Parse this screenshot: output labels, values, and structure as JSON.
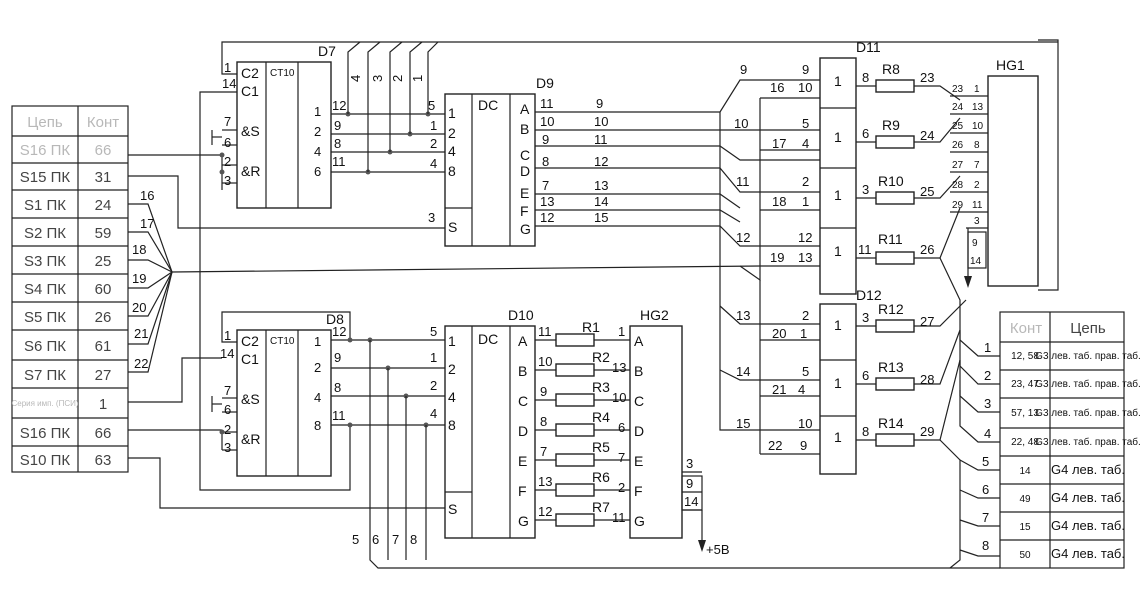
{
  "left_table": {
    "header": [
      "Цепь",
      "Конт"
    ],
    "rows": [
      {
        "chain": "S16 ПК",
        "cont": "66",
        "faded": true
      },
      {
        "chain": "S15 ПК",
        "cont": "31"
      },
      {
        "chain": "S1 ПК",
        "cont": "24"
      },
      {
        "chain": "S2 ПК",
        "cont": "59"
      },
      {
        "chain": "S3 ПК",
        "cont": "25"
      },
      {
        "chain": "S4 ПК",
        "cont": "60"
      },
      {
        "chain": "S5 ПК",
        "cont": "26"
      },
      {
        "chain": "S6 ПК",
        "cont": "61"
      },
      {
        "chain": "S7 ПК",
        "cont": "27"
      },
      {
        "chain": "Серия имп. (ПСИ)",
        "cont": "1",
        "faded": true
      },
      {
        "chain": "S16 ПК",
        "cont": "66"
      },
      {
        "chain": "S10 ПК",
        "cont": "63"
      }
    ]
  },
  "right_table": {
    "header": [
      "Конт",
      "Цепь"
    ],
    "rows": [
      {
        "pin": "1",
        "cont": "12, 58",
        "chain": "G3 лев. таб. прав. таб."
      },
      {
        "pin": "2",
        "cont": "23, 47",
        "chain": "G3 лев. таб. прав. таб."
      },
      {
        "pin": "3",
        "cont": "57, 13",
        "chain": "G3 лев. таб. прав. таб."
      },
      {
        "pin": "4",
        "cont": "22, 48",
        "chain": "G3 лев. таб. прав. таб."
      },
      {
        "pin": "5",
        "cont": "14",
        "chain": "G4 лев. таб."
      },
      {
        "pin": "6",
        "cont": "49",
        "chain": "G4 лев. таб."
      },
      {
        "pin": "7",
        "cont": "15",
        "chain": "G4 лев. таб."
      },
      {
        "pin": "8",
        "cont": "50",
        "chain": "G4 лев. таб."
      }
    ]
  },
  "components": {
    "D7": {
      "ref": "D7",
      "type": "CT10",
      "inputs": [
        "C2",
        "C1",
        "&S",
        "&R"
      ]
    },
    "D8": {
      "ref": "D8",
      "type": "CT10",
      "inputs": [
        "C2",
        "C1",
        "&S",
        "&R"
      ]
    },
    "D9": {
      "ref": "D9",
      "type": "DC"
    },
    "D10": {
      "ref": "D10",
      "type": "DC"
    },
    "D11": {
      "ref": "D11"
    },
    "D12": {
      "ref": "D12"
    },
    "HG1": {
      "ref": "HG1"
    },
    "HG2": {
      "ref": "HG2"
    },
    "power": "+5В",
    "dc_inputs": [
      "1",
      "2",
      "4",
      "8",
      "S"
    ],
    "dc_outputs": [
      "A",
      "B",
      "C",
      "D",
      "E",
      "F",
      "G"
    ],
    "buffer_label": "1",
    "resistors": [
      "R1",
      "R2",
      "R3",
      "R4",
      "R5",
      "R6",
      "R7",
      "R8",
      "R9",
      "R10",
      "R11",
      "R12",
      "R13",
      "R14"
    ]
  }
}
